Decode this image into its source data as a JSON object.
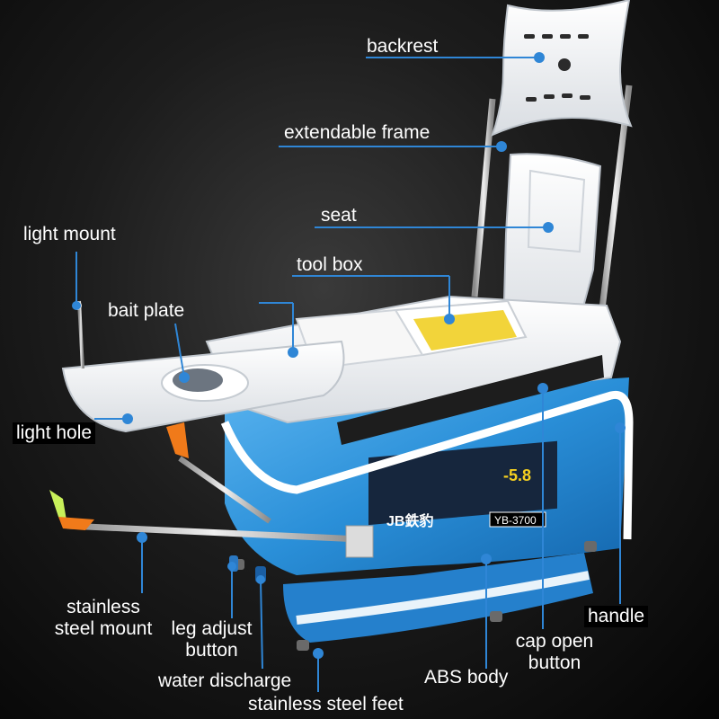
{
  "labels": {
    "backrest": "backrest",
    "extendable_frame": "extendable frame",
    "seat": "seat",
    "light_mount": "light mount",
    "tool_box": "tool box",
    "bait_plate": "bait plate",
    "light_hole": "light hole",
    "stainless_steel_mount_1": "stainless",
    "stainless_steel_mount_2": "steel mount",
    "leg_adjust_button_1": "leg adjust",
    "leg_adjust_button_2": "button",
    "water_discharge": "water discharge",
    "stainless_steel_feet": "stainless steel feet",
    "abs_body": "ABS body",
    "cap_open_button_1": "cap open",
    "cap_open_button_2": "button",
    "handle": "handle"
  },
  "product_print": {
    "brand": "JB鉄豹",
    "capacity": "-5.8",
    "model": "YB-3700"
  },
  "colors": {
    "callout": "#2f86d6",
    "body_blue": "#2a8fd8",
    "lid_white": "#f4f4f4",
    "steel": "#c8c8c8",
    "accent_orange": "#f07a1a"
  }
}
